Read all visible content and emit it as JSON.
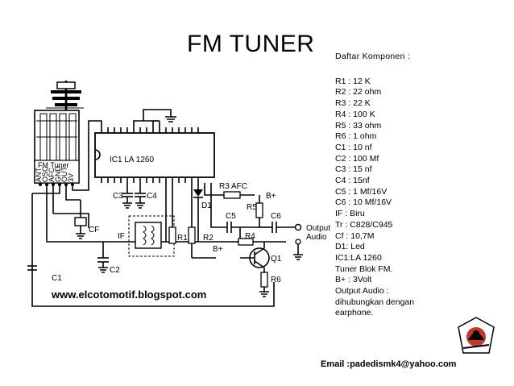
{
  "slide": {
    "title": "FM TUNER"
  },
  "schematic": {
    "module_label": "FM Tuner",
    "module_pins": [
      "ANT",
      "OSC",
      "AFC",
      "GND",
      "OUT",
      "3V"
    ],
    "ic_label": "IC1  LA 1260",
    "labels": {
      "c1": "C1",
      "c2": "C2",
      "c3": "C3",
      "c4": "C4",
      "c5": "C5",
      "c6": "C6",
      "cf": "CF",
      "if_coil": "IF",
      "r1": "R1",
      "r2": "R2",
      "r3": "R3 AFC",
      "r4": "R4",
      "r5": "R5",
      "r6": "R6",
      "d1": "D1",
      "q1": "Q1",
      "bplus_top": "B+",
      "bplus_mid": "B+",
      "output_audio": "Output\nAudio"
    },
    "website": "www.elcotomotif.blogspot.com"
  },
  "parts_list": {
    "heading": "Daftar Komponen :",
    "items": [
      "R1 :  12 K",
      "R2 :  22 ohm",
      "R3 :  22 K",
      "R4 :  100 K",
      "R5 :  33 ohm",
      "R6 :  1 ohm",
      "C1 :  10 nf",
      "C2 :  100 Mf",
      "C3 :  15 nf",
      "C4 :  15nf",
      "C5 :  1 Mf/16V",
      "C6 :  10 Mf/16V",
      "IF  :  Biru",
      "Tr  :  C828/C945",
      "Cf  :  10,7M",
      "D1:  Led",
      "IC1:LA 1260",
      "Tuner Blok FM.",
      "B+ :  3Volt",
      "Output Audio :",
      "dihubungkan dengan",
      "earphone."
    ]
  },
  "footer": {
    "email": "Email :padedismk4@yahoo.com"
  }
}
